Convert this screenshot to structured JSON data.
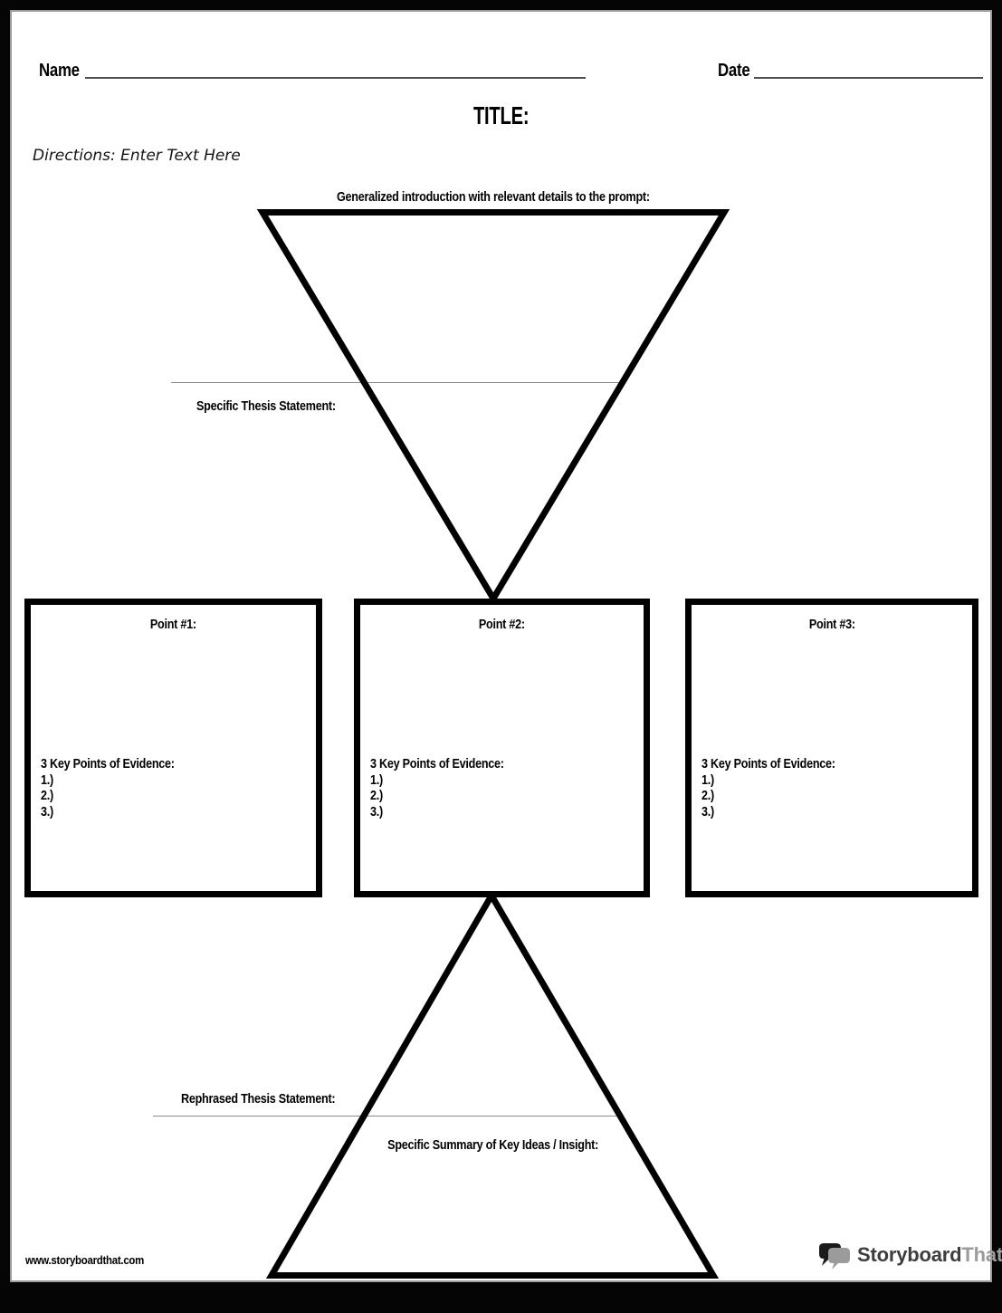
{
  "header": {
    "name_label": "Name",
    "date_label": "Date",
    "title_label": "TITLE:",
    "directions": "Directions: Enter Text Here"
  },
  "introduction_funnel": {
    "heading": "Generalized introduction with relevant details to the prompt:",
    "thesis_label": "Specific Thesis Statement:"
  },
  "body_points": [
    {
      "title": "Point #1:",
      "evidence_heading": "3 Key Points of Evidence:",
      "evidence_items": [
        "1.)",
        "2.)",
        "3.)"
      ]
    },
    {
      "title": "Point #2:",
      "evidence_heading": "3 Key Points of Evidence:",
      "evidence_items": [
        "1.)",
        "2.)",
        "3.)"
      ]
    },
    {
      "title": "Point #3:",
      "evidence_heading": "3 Key Points of Evidence:",
      "evidence_items": [
        "1.)",
        "2.)",
        "3.)"
      ]
    }
  ],
  "conclusion_pyramid": {
    "rephrased_label": "Rephrased Thesis Statement:",
    "summary_label": "Specific Summary of Key Ideas / Insight:"
  },
  "footer": {
    "website": "www.storyboardthat.com",
    "logo_part1": "Storyboard",
    "logo_part2": "That"
  },
  "colors": {
    "ink": "#000000",
    "page": "#ffffff",
    "thin_line_gray": "#8a8a8a",
    "logo_dark": "#3d3d3d",
    "logo_gray": "#9b9b9b"
  }
}
